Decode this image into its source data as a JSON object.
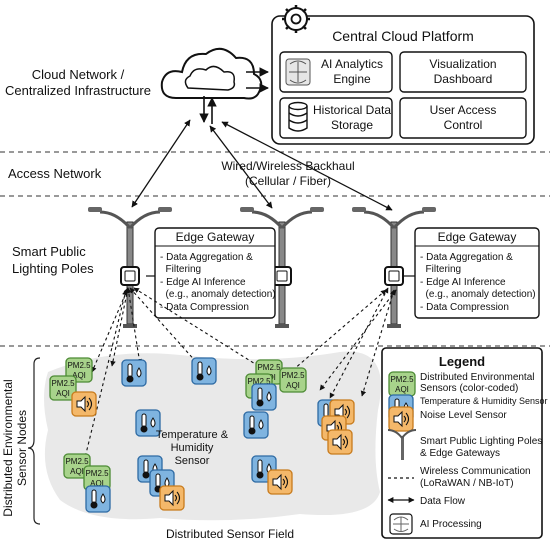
{
  "layers": {
    "cloud": [
      "Cloud Network /",
      "Centralized Infrastructure"
    ],
    "access": "Access Network",
    "poles": [
      "Smart Public",
      "Lighting Poles"
    ],
    "sensors": [
      "Distributed Environmental",
      "Sensor Nodes"
    ]
  },
  "cloud_platform": {
    "title": "Central Cloud Platform",
    "modules": [
      {
        "lines": [
          "AI Analytics",
          "Engine"
        ],
        "icon": "brain-chip-icon"
      },
      {
        "lines": [
          "Visualization",
          "Dashboard"
        ],
        "icon": ""
      },
      {
        "lines": [
          "Historical Data",
          "Storage"
        ],
        "icon": "database-icon"
      },
      {
        "lines": [
          "User Access",
          "Control"
        ],
        "icon": ""
      }
    ]
  },
  "backhaul": [
    "Wired/Wireless Backhaul",
    "(Cellular / Fiber)"
  ],
  "edge_gateway": {
    "title": "Edge Gateway",
    "lines": [
      "- Data Aggregation &",
      "  Filtering",
      "- Edge AI Inference",
      "  (e.g., anomaly detection)",
      "- Data Compression"
    ]
  },
  "sensor_field": {
    "label": "Distributed Sensor Field",
    "center_label": [
      "Temperature &",
      "Humidity",
      "Sensor"
    ],
    "pm_label": [
      "PM2.5",
      "AQI"
    ]
  },
  "legend": {
    "title": "Legend",
    "items": [
      {
        "lines": [
          "Distributed Environmental",
          "Sensors (color-coded)"
        ]
      },
      {
        "lines": [
          "Temperature & Humidity Sensor"
        ]
      },
      {
        "lines": [
          "Noise Level Sensor"
        ]
      },
      {
        "lines": [
          "Smart Public Lighting Poles",
          "& Edge Gateways"
        ]
      },
      {
        "lines": [
          "Wireless Communication",
          "(LoRaWAN / NB-IoT)"
        ]
      },
      {
        "lines": [
          "Data Flow"
        ]
      },
      {
        "lines": [
          "AI Processing"
        ]
      }
    ]
  },
  "colors": {
    "pm_fill": "#a8d38b",
    "pm_stroke": "#4c8a34",
    "temp_fill": "#7fb4e0",
    "temp_stroke": "#2d6aa3",
    "noise_fill": "#f4b86a",
    "noise_stroke": "#c87b1c",
    "field_bg": "#e9e9e9"
  }
}
